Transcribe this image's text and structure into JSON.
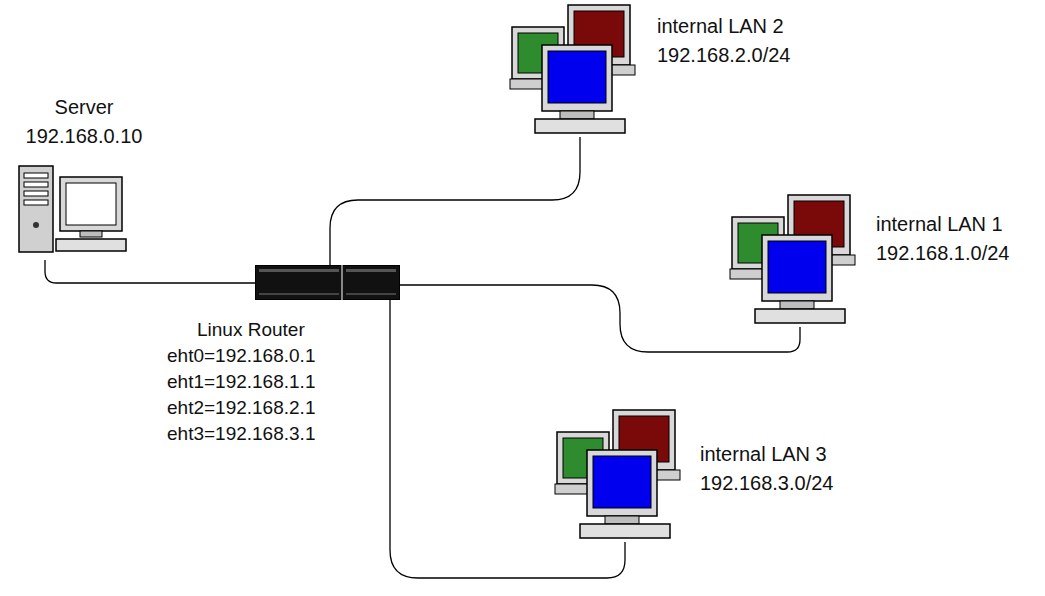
{
  "diagram": {
    "nodes": [
      {
        "text": [
          "internal LAN 2",
          "192.168.2.0/24"
        ]
      },
      {
        "text": [
          "Server",
          "192.168.0.10"
        ]
      },
      {
        "text": [
          "internal LAN 1",
          "192.168.1.0/24"
        ]
      },
      {
        "text": [
          "Linux Router",
          "eht0=192.168.0.1",
          "eht1=192.168.1.1",
          "eht2=192.168.2.1",
          "eht3=192.168.3.1"
        ]
      },
      {
        "text": [
          "internal LAN 3",
          "192.168.3.0/24"
        ]
      }
    ],
    "edges": [
      {
        "from": 3,
        "to": 1,
        "arrow": "none"
      },
      {
        "from": 3,
        "to": 0,
        "arrow": "none"
      },
      {
        "from": 3,
        "to": 2,
        "arrow": "none"
      },
      {
        "from": 3,
        "to": 4,
        "arrow": "none"
      }
    ]
  }
}
